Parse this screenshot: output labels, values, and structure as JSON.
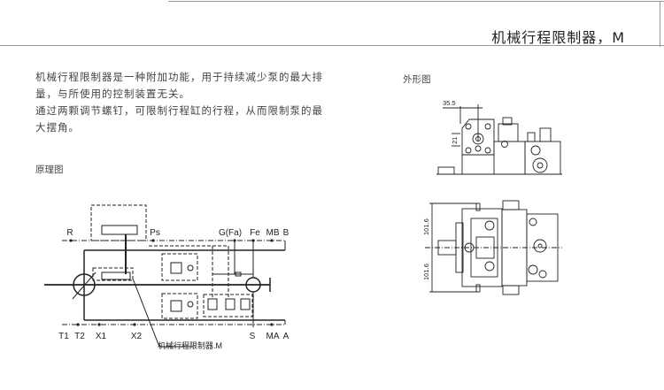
{
  "header": {
    "title": "机械行程限制器，M"
  },
  "description": {
    "paragraphs": [
      "机械行程限制器是一种附加功能，用于持续减少泵的最大排量，与所使用的控制装置无关。",
      "通过两颗调节螺钉，可限制行程缸的行程，从而限制泵的最大摆角。"
    ]
  },
  "schematic": {
    "title": "原理图",
    "ports_top": [
      "R",
      "Ps",
      "G(Fa)",
      "Fe",
      "MB",
      "B"
    ],
    "ports_bottom": [
      "T1",
      "T2",
      "X1",
      "X2",
      "S",
      "MA",
      "A"
    ],
    "callout": "机械行程限制器.M"
  },
  "outline": {
    "title": "外形图",
    "dim_top_width": "35.5",
    "dim_top_height": "21",
    "dim_upper": "101.6",
    "dim_lower": "101.6"
  }
}
